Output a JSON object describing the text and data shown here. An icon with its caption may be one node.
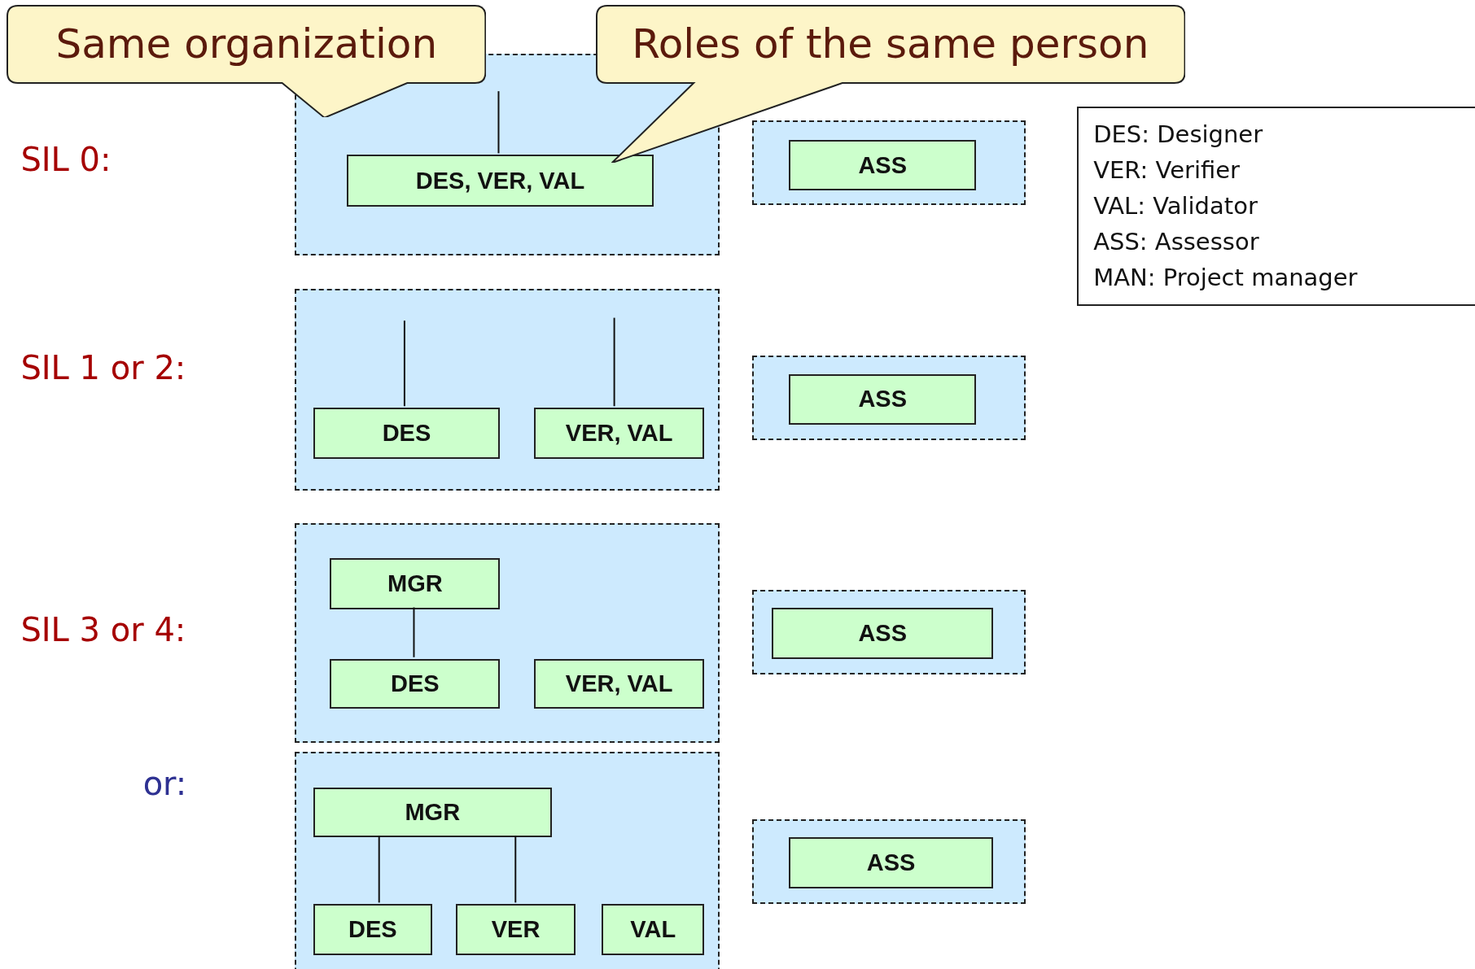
{
  "diagram": {
    "nodes": [
      {
        "text": [
          "Same organization"
        ]
      },
      {
        "text": [
          "Roles of the same person"
        ]
      },
      {
        "text": [],
        "shape": "box"
      },
      {
        "text": [
          "DES, VER, VAL"
        ],
        "in": 2
      },
      {
        "text": [],
        "shape": "box"
      },
      {
        "text": [
          "ASS"
        ],
        "in": 4
      },
      {
        "text": [
          "DES: Designer",
          "VER: Verifier",
          "VAL: Validator",
          "ASS: Assessor",
          "MAN: Project manager"
        ]
      },
      {
        "text": [],
        "shape": "box"
      },
      {
        "text": [
          "DES"
        ],
        "in": 7
      },
      {
        "text": [
          "VER, VAL"
        ],
        "in": 7
      },
      {
        "text": [],
        "shape": "box"
      },
      {
        "text": [
          "ASS"
        ],
        "in": 10
      },
      {
        "text": [],
        "shape": "box"
      },
      {
        "text": [
          "MGR"
        ],
        "in": 12
      },
      {
        "text": [
          "DES"
        ],
        "in": 12
      },
      {
        "text": [
          "VER, VAL"
        ],
        "in": 12
      },
      {
        "text": [],
        "shape": "box"
      },
      {
        "text": [
          "ASS"
        ],
        "in": 16
      },
      {
        "text": [],
        "shape": "box"
      },
      {
        "text": [
          "MGR"
        ],
        "in": 18
      },
      {
        "text": [
          "DES"
        ],
        "in": 18
      },
      {
        "text": [
          "VER"
        ],
        "in": 18
      },
      {
        "text": [
          "VAL"
        ],
        "in": 18
      },
      {
        "text": [],
        "shape": "box"
      },
      {
        "text": [
          "ASS"
        ],
        "in": 23
      }
    ],
    "edges": [
      {
        "from": null,
        "to": 3,
        "arrow": "none"
      },
      {
        "from": null,
        "to": 8,
        "arrow": "none"
      },
      {
        "from": null,
        "to": 9,
        "arrow": "none"
      },
      {
        "from": 13,
        "to": 14,
        "arrow": "none"
      },
      {
        "from": 19,
        "to": 20,
        "arrow": "none"
      },
      {
        "from": 19,
        "to": 21,
        "arrow": "none"
      }
    ],
    "labels": [
      "SIL 0:",
      "SIL 1 or 2:",
      "SIL 3 or 4:",
      "or:"
    ]
  }
}
